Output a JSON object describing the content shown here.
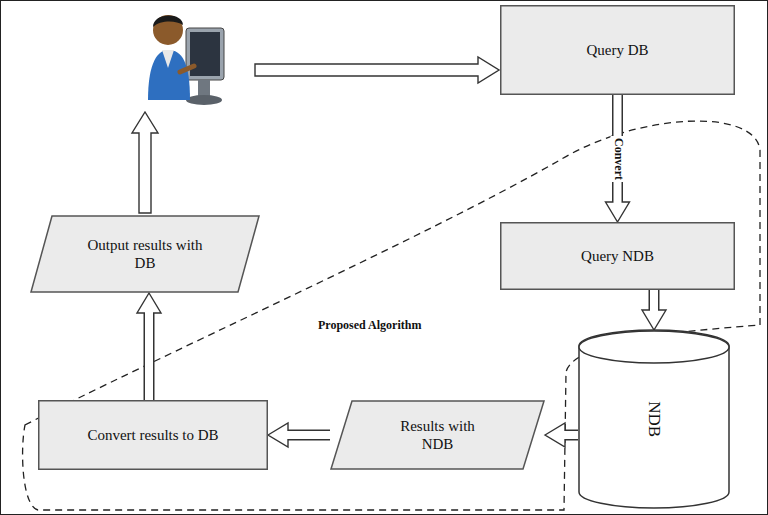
{
  "diagram": {
    "nodes": [
      {
        "text": [
          "Query DB"
        ]
      },
      {
        "text": [
          "Query NDB"
        ]
      },
      {
        "text": [
          "NDB"
        ]
      },
      {
        "text": [
          "Results with NDB"
        ]
      },
      {
        "text": [
          "Convert results to DB"
        ]
      },
      {
        "text": [
          "Output results with DB"
        ]
      }
    ],
    "edges": [
      {
        "from": 0,
        "to": 1,
        "label": "Convert",
        "arrow": "to"
      },
      {
        "from": 1,
        "to": 2,
        "arrow": "to"
      },
      {
        "from": 2,
        "to": 3,
        "arrow": "to"
      },
      {
        "from": 3,
        "to": 4,
        "arrow": "to"
      },
      {
        "from": 4,
        "to": 5,
        "arrow": "to"
      }
    ],
    "labels": [
      "Proposed Algorithm"
    ]
  }
}
